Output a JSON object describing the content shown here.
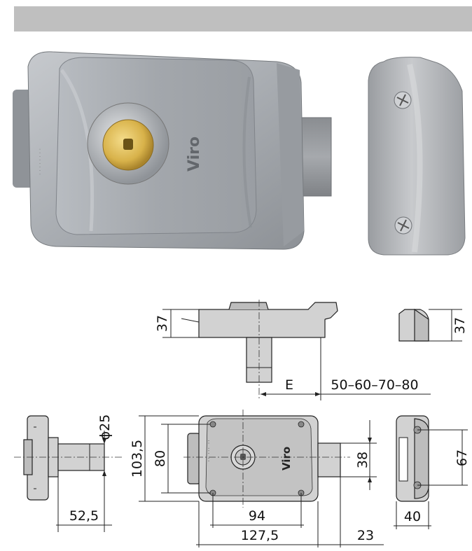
{
  "header": {
    "bar_color": "#bfbfbf"
  },
  "photos": {
    "lock_brand": "Viro",
    "lock_body_color": "#a9adb2",
    "cylinder_color": "#d8b24a",
    "keeper_color": "#b3b5b8"
  },
  "drawing": {
    "top_view_height": "37",
    "keeper_height": "37",
    "backset_label": "E",
    "backset_options": "50–60–70–80",
    "cylinder_diameter": "ϕ25",
    "side_projection": "52,5",
    "front_height_total": "103,5",
    "front_height_inner": "80",
    "front_width_inner": "94",
    "front_width_total": "127,5",
    "bolt_projection": "23",
    "bolt_height": "38",
    "keeper_inner_height": "67",
    "keeper_width": "40",
    "plate_brand": "Viro"
  }
}
